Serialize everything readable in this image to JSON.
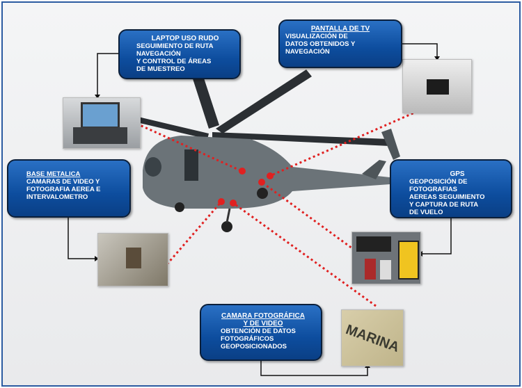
{
  "boxes": {
    "laptop": {
      "title": "LAPTOP USO RUDO",
      "lines": [
        "SEGUIMIENTO DE RUTA",
        "NAVEGACIÓN",
        "Y CONTROL DE ÁREAS",
        "DE MUESTREO"
      ]
    },
    "tv": {
      "title": "PANTALLA DE TV",
      "lines": [
        "VISUALIZACIÓN DE",
        "DATOS OBTENIDOS Y",
        "NAVEGACIÓN"
      ]
    },
    "base": {
      "title": "BASE METALICA",
      "lines": [
        "CAMARAS DE VIDEO Y",
        "FOTOGRAFIA AEREA E",
        "INTERVALOMETRO"
      ]
    },
    "gps": {
      "title": "GPS",
      "lines": [
        "GEOPOSICIÓN DE",
        "FOTOGRAFIAS",
        "AEREAS SEGUIMIENTO",
        "Y CAPTURA DE RUTA",
        "DE VUELO"
      ]
    },
    "camara": {
      "title": "CAMARA FOTOGRÁFICA Y DE VIDEO",
      "lines": [
        "OBTENCIÓN DE DATOS",
        "FOTOGRÁFICOS",
        "GEOPOSICIONADOS"
      ]
    }
  },
  "helicopter": {
    "marking": "MARINA"
  },
  "colors": {
    "box": "#0d4d9e",
    "pointer": "#e02020",
    "frame": "#2a5aa0"
  }
}
